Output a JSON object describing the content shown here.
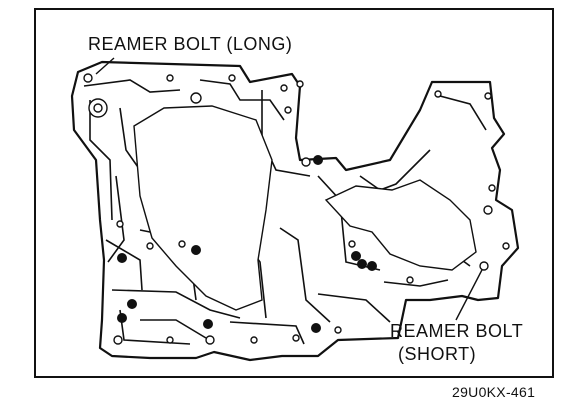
{
  "labels": {
    "long": "REAMER BOLT (LONG)",
    "short_line1": "REAMER BOLT",
    "short_line2": "(SHORT)"
  },
  "figure_id": "29U0KX-461"
}
